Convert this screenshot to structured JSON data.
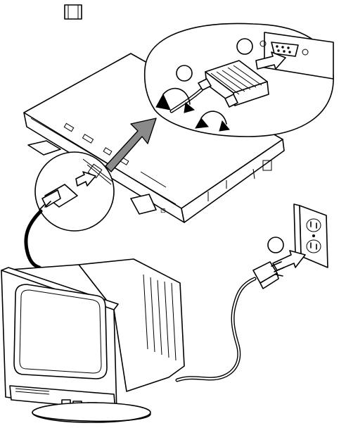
{
  "figure": {
    "page_icon": "bracket-book-icon",
    "steps": [
      "",
      "",
      ""
    ],
    "items": [
      "notebook-computer",
      "external-crt-monitor",
      "vga-cable-connector",
      "external-video-port",
      "power-cord-plug",
      "wall-outlet"
    ],
    "colors": {
      "line": "#000000",
      "fill": "#ffffff",
      "arrow": "#8a8a8a"
    }
  }
}
